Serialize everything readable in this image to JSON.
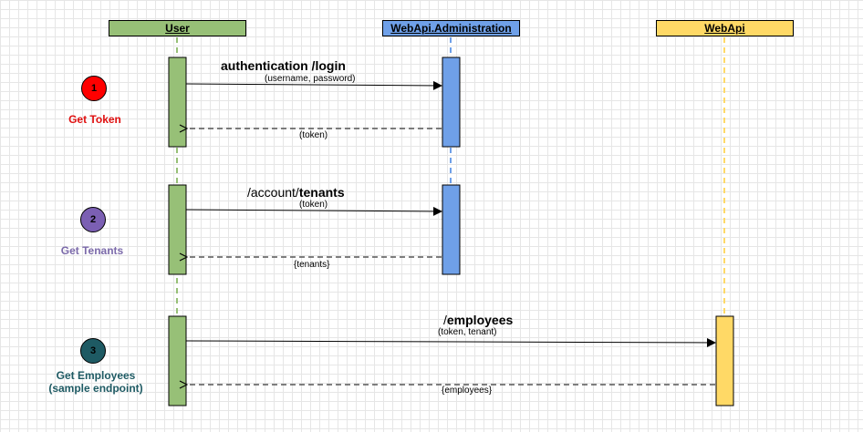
{
  "participants": {
    "user": {
      "label": "User",
      "color": "#97c077"
    },
    "admin": {
      "label": "WebApi.Administration",
      "color": "#6fa0e8"
    },
    "webapi": {
      "label": "WebApi",
      "color": "#ffd966"
    }
  },
  "steps": [
    {
      "number": "1",
      "label": "Get Token",
      "circle_color": "#ff0000",
      "label_color": "#e01010",
      "number_color": "#000000"
    },
    {
      "number": "2",
      "label": "Get Tenants",
      "circle_color": "#7b5fb3",
      "label_color": "#7b6aaa",
      "number_color": "#000000"
    },
    {
      "number": "3",
      "label_line1": "Get Employees",
      "label_line2": "(sample endpoint)",
      "circle_color": "#1e5a63",
      "label_color": "#1e5a63",
      "number_color": "#000000"
    }
  ],
  "messages": {
    "login": {
      "title_plain": "authentication /",
      "title_bold": "login",
      "params": "(username, password)",
      "response": "(token)"
    },
    "tenants": {
      "title_plain": "/account/",
      "title_bold": "tenants",
      "params": "(token)",
      "response": "{tenants}"
    },
    "employees": {
      "title_plain": "/",
      "title_bold": "employees",
      "params": "(token, tenant)",
      "response": "{employees}"
    }
  }
}
